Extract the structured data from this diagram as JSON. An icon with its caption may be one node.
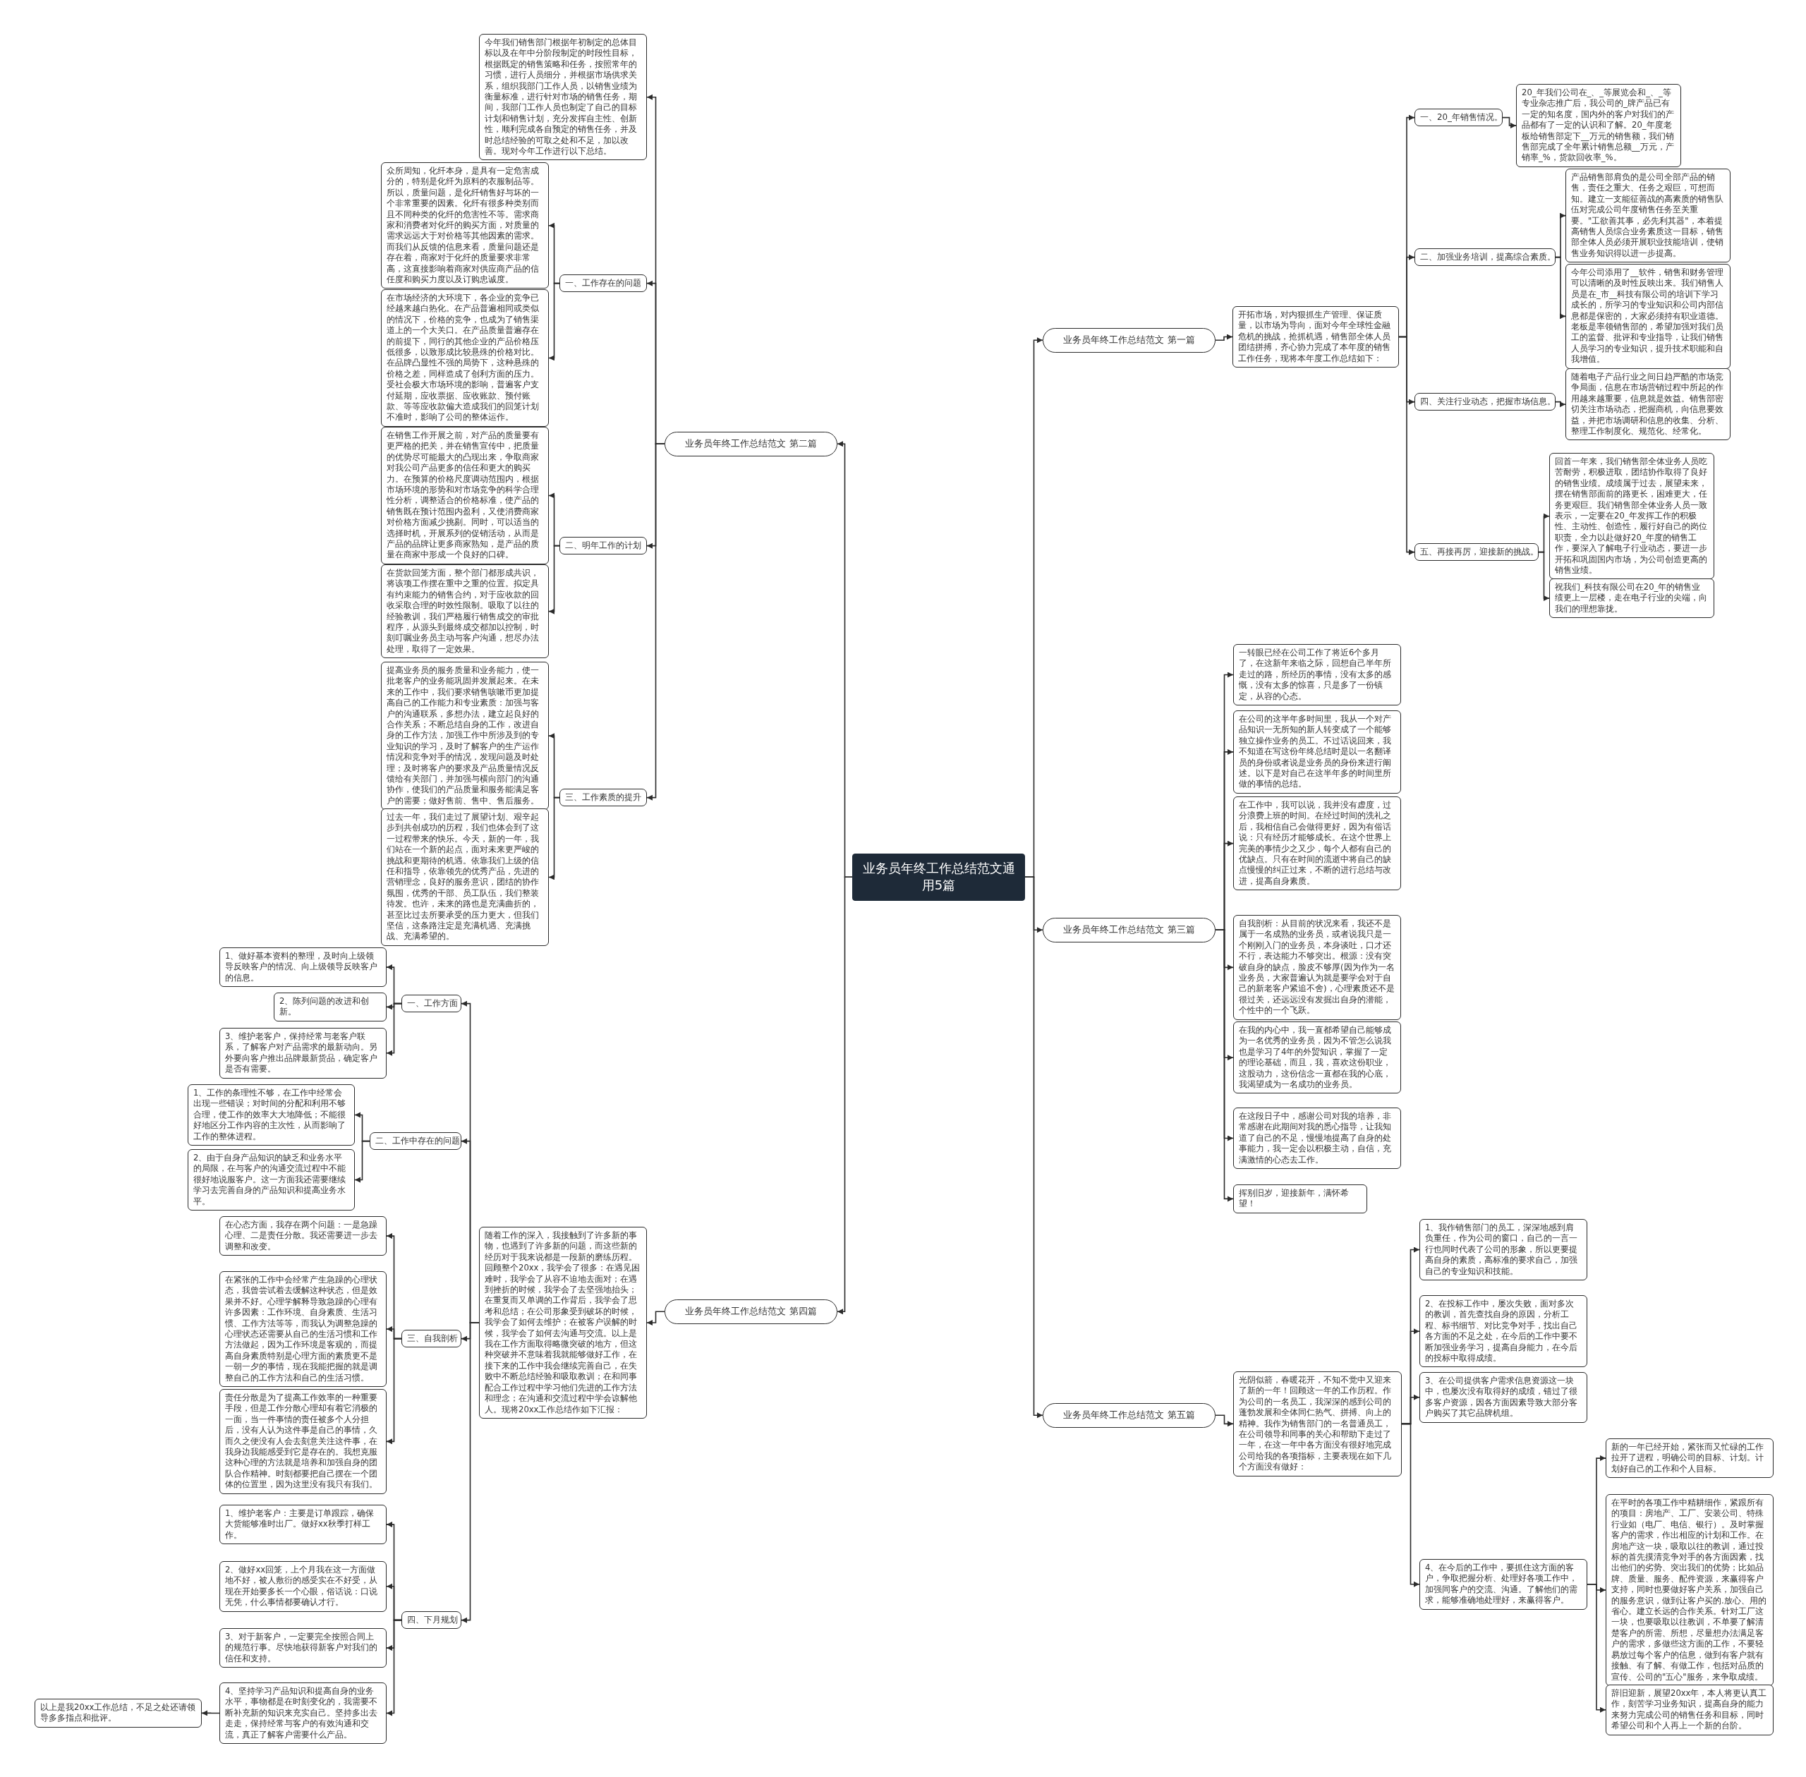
{
  "diagram": {
    "nodes": [
      {
        "text": [
          "业务员年终工作总结范文通用5篇"
        ]
      },
      {
        "text": [
          "业务员年终工作总结范文 第一篇"
        ]
      },
      {
        "text": [
          "开拓市场，对内狠抓生产管理、保证质量，以市场为导向，面对今年全球性金融危机的挑战，抢抓机遇，销售部全体人员团结拼搏，齐心协力完成了本年度的销售工作任务，现将本年度工作总结如下："
        ]
      },
      {
        "text": [
          "一、20_年销售情况。"
        ]
      },
      {
        "text": [
          "20_年我们公司在_、_等展览会和_、_等专业杂志推广后，我公司的_牌产品已有一定的知名度，国内外的客户对我们的产品都有了一定的认识和了解。20_年度老板给销售部定下__万元的销售额，我们销售部完成了全年累计销售总额__万元，产销率_%，货款回收率_%。"
        ]
      },
      {
        "text": [
          "二、加强业务培训，提高综合素质。"
        ]
      },
      {
        "text": [
          "产品销售部肩负的是公司全部产品的销售，责任之重大、任务之艰巨，可想而知。建立一支能征善战的高素质的销售队伍对完成公司年度销售任务至关重要。\"工欲善其事，必先利其器\"，本着提高销售人员综合业务素质这一目标，销售部全体人员必须开展职业技能培训，使销售业务知识得以进一步提高。"
        ]
      },
      {
        "text": [
          "今年公司添用了__软件，销售和财务管理可以清晰的及时性反映出来。我们销售人员是在_市__科技有限公司的培训下学习成长的，所学习的专业知识和公司内部信息都是保密的，大家必须持有职业道德。老板是率领销售部的，希望加强对我们员工的监督、批评和专业指导，让我们销售人员学习的专业知识，提升技术职能和自我增值。"
        ]
      },
      {
        "text": [
          "四、关注行业动态，把握市场信息。"
        ]
      },
      {
        "text": [
          "随着电子产品行业之间日趋严酷的市场竞争局面，信息在市场营销过程中所起的作用越来越重要，信息就是效益。销售部密切关注市场动态，把握商机，向信息要效益，并把市场调研和信息的收集、分析、整理工作制度化、规范化、经常化。"
        ]
      },
      {
        "text": [
          "五、再接再厉，迎接新的挑战。"
        ]
      },
      {
        "text": [
          "回首一年来，我们销售部全体业务人员吃苦耐劳，积极进取，团结协作取得了良好的销售业绩。成绩属于过去，展望未来，摆在销售部面前的路更长，困难更大，任务更艰巨。我们销售部全体业务人员一致表示，一定要在20_年发挥工作的积极性、主动性、创造性，履行好自己的岗位职责，全力以赴做好20_年度的销售工作，要深入了解电子行业动态，要进一步开拓和巩固国内市场，为公司创造更高的销售业绩。"
        ]
      },
      {
        "text": [
          "祝我们_科技有限公司在20_年的销售业绩更上一层楼，走在电子行业的尖端，向我们的理想靠拢。"
        ]
      },
      {
        "text": [
          "业务员年终工作总结范文 第二篇"
        ]
      },
      {
        "text": [
          "今年我们销售部门根据年初制定的总体目标以及在年中分阶段制定的时段性目标，根据既定的销售策略和任务，按照常年的习惯，进行人员细分，并根据市场供求关系，组织我部门工作人员，以销售业绩为衡量标准，进行针对市场的销售任务，期间，我部门工作人员也制定了自己的目标计划和销售计划，充分发挥自主性、创新性，顺利完成各自预定的销售任务，并及时总结经验的可取之处和不足，加以改善。现对今年工作进行以下总结。"
        ]
      },
      {
        "text": [
          "一、工作存在的问题"
        ]
      },
      {
        "text": [
          "众所周知，化纤本身，是具有一定危害成分的，特别是化纤为原料的衣服制品等。所以，质量问题，是化纤销售好与坏的一个非常重要的因素。化纤有很多种类别而且不同种类的化纤的危害性不等。需求商家和消费者对化纤的购买方面，对质量的需求远远大于对价格等其他因素的需求。而我们从反馈的信息来看，质量问题还是存在着，商家对于化纤的质量要求非常高，这直接影响着商家对供应商产品的信任度和购买力度以及订购忠诚度。"
        ]
      },
      {
        "text": [
          "在市场经济的大环境下，各企业的竞争已经越来越白热化。在产品普遍相同或类似的情况下，价格的竞争，也成为了销售渠道上的一个大关口。在产品质量普遍存在的前提下，同行的其他企业的产品价格压低很多，以致形成比较悬殊的价格对比。在品牌凸显性不强的局势下，这种悬殊的价格之差，同样造成了创利方面的压力。受社会极大市场环境的影响，普遍客户支付延期，应收票据、应收账款、预付账款、等等应收款偏大造成我们的回笼计划不准时，影响了公司的整体运作。"
        ]
      },
      {
        "text": [
          "二、明年工作的计划"
        ]
      },
      {
        "text": [
          "在销售工作开展之前，对产品的质量要有更严格的把关，并在销售宣传中，把质量的优势尽可能最大的凸现出来，争取商家对我公司产品更多的信任和更大的购买力。在预算的价格尺度调动范围内，根据市场环境的形势和对市场竞争的科学合理性分析，调整适合的价格标准，使产品的销售既在预计范围内盈利，又使消费商家对价格方面减少挑剔。同时，可以适当的选择时机，开展系列的促销活动，从而是产品的品牌让更多商家熟知，是产品的质量在商家中形成一个良好的口碑。"
        ]
      },
      {
        "text": [
          "在货款回笼方面，整个部门都形成共识，将该项工作摆在重中之重的位置。拟定具有约束能力的销售合约，对于应收款的回收采取合理的时效性限制。吸取了以往的经验教训，我们严格履行销售成交的审批程序，从源头到最终成交都加以控制，时刻叮嘱业务员主动与客户沟通，想尽办法处理，取得了一定效果。"
        ]
      },
      {
        "text": [
          "三、工作素质的提升"
        ]
      },
      {
        "text": [
          "提高业务员的服务质量和业务能力，使一批老客户的业务能巩固并发展起来。在未来的工作中，我们要求销售咳嗽币更加提高自己的工作能力和专业素质：加强与客户的沟通联系，多想办法，建立起良好的合作关系；不断总结自身的工作，改进自身的工作方法，加强工作中所涉及到的专业知识的学习，及时了解客户的生产运作情况和竞争对手的情况，发现问题及时处理；及时将客户的要求及产品质量情况反馈给有关部门，并加强与横向部门的沟通协作，使我们的产品质量和服务能满足客户的需要；做好售前、售中、售后服务。"
        ]
      },
      {
        "text": [
          "过去一年，我们走过了展望计划、艰辛起步到共创成功的历程，我们也体会到了这一过程带来的快乐。今天，新的一年，我们站在一个新的起点，面对未来更严峻的挑战和更期待的机遇。依靠我们上级的信任和指导，依靠领先的优秀产品，先进的营销理念，良好的服务意识，团结的协作氛围，优秀的干部、员工队伍，我们整装待发。也许，未来的路也是充满曲折的，甚至比过去所要承受的压力更大，但我们坚信，这条路注定是充满机遇、充满挑战、充满希望的。"
        ]
      },
      {
        "text": [
          "业务员年终工作总结范文 第三篇"
        ]
      },
      {
        "text": [
          "一转眼已经在公司工作了将近6个多月了，在这新年来临之际，回想自己半年所走过的路，所经历的事情，没有太多的感慨，没有太多的惊喜，只是多了一份镇定，从容的心态。"
        ]
      },
      {
        "text": [
          "在公司的这半年多时间里，我从一个对产品知识一无所知的新人转变成了一个能够独立操作业务的员工。不过话说回来，我不知道在写这份年终总结时是以一名翻译员的身份或者说是业务员的身份来进行阐述。以下是对自己在这半年多的时间里所做的事情的总结。"
        ]
      },
      {
        "text": [
          "在工作中，我可以说，我并没有虚度，过分浪费上班的时间。在经过时间的洗礼之后，我相信自己会做得更好，因为有俗话说：只有经历才能够成长。在这个世界上完美的事情少之又少，每个人都有自己的优缺点。只有在时间的流逝中将自己的缺点慢慢的纠正过来，不断的进行总结与改进，提高自身素质。"
        ]
      },
      {
        "text": [
          "自我剖析：从目前的状况来看，我还不是属于一名成熟的业务员，或者说我只是一个刚刚入门的业务员，本身谈吐，口才还不行，表达能力不够突出。根源：没有突破自身的缺点，脸皮不够厚(因为作为一名业务员，大家普遍认为就是要学会对于自己的新老客户紧追不舍)，心理素质还不是很过关，还远远没有发掘出自身的潜能，个性中的一个飞跃。"
        ]
      },
      {
        "text": [
          "在我的内心中，我一直都希望自己能够成为一名优秀的业务员，因为不管怎么说我也是学习了4年的外贸知识，掌握了一定的理论基础，而且，我，喜欢这份职业，这股动力，这份信念一直都在我的心底，我渴望成为一名成功的业务员。"
        ]
      },
      {
        "text": [
          "在这段日子中，感谢公司对我的培养，非常感谢在此期间对我的悉心指导，让我知道了自己的不足，慢慢地提高了自身的处事能力，我一定会以积极主动，自信，充满激情的心态去工作。"
        ]
      },
      {
        "text": [
          "挥别旧岁，迎接新年，满怀希望！"
        ]
      },
      {
        "text": [
          "业务员年终工作总结范文 第四篇"
        ]
      },
      {
        "text": [
          "随着工作的深入，我接触到了许多新的事物，也遇到了许多新的问题，而这些新的经历对于我来说都是一段新的磨练历程。回顾整个20xx，我学会了很多：在遇见困难时，我学会了从容不迫地去面对；在遇到挫折的时候，我学会了去坚强地抬头；在重复而又单调的工作背后，我学会了思考和总结；在公司形象受到破坏的时候，我学会了如何去维护；在被客户误解的时候，我学会了如何去沟通与交流。以上是我在工作方面取得略微突破的地方，但这种突破并不意味着我就能够做好工作，在接下来的工作中我会继续完善自己，在失败中不断总结经验和吸取教训；在和同事配合工作过程中学习他们先进的工作方法和理念；在沟通和交流过程中学会谅解他人。现将20xx工作总结作如下汇报："
        ]
      },
      {
        "text": [
          "一、工作方面"
        ]
      },
      {
        "text": [
          "1、做好基本资料的整理，及时向上级领导反映客户的情况、向上级领导反映客户的信息。"
        ]
      },
      {
        "text": [
          "2、陈列问题的改进和创新。"
        ]
      },
      {
        "text": [
          "3、维护老客户，保持经常与老客户联系，了解客户对产品需求的最新动向。另外要向客户推出品牌最新货品，确定客户是否有需要。"
        ]
      },
      {
        "text": [
          "二、工作中存在的问题"
        ]
      },
      {
        "text": [
          "1、工作的条理性不够，在工作中经常会出现一些错误；对时间的分配和利用不够合理，使工作的效率大大地降低；不能很好地区分工作内容的主次性，从而影响了工作的整体进程。"
        ]
      },
      {
        "text": [
          "2、由于自身产品知识的缺乏和业务水平的局限，在与客户的沟通交流过程中不能很好地说服客户。这一方面我还需要继续学习去完善自身的产品知识和提高业务水平。"
        ]
      },
      {
        "text": [
          "三、自我剖析"
        ]
      },
      {
        "text": [
          "在心态方面，我存在两个问题：一是急躁心理、二是责任分散。我还需要进一步去调整和改变。"
        ]
      },
      {
        "text": [
          "在紧张的工作中会经常产生急躁的心理状态，我曾尝试着去缓解这种状态，但是效果并不好。心理学解释导致急躁的心理有许多因素：工作环境、自身素质、生活习惯、工作方法等等，而我认为调整急躁的心理状态还需要从自己的生活习惯和工作方法做起，因为工作环境是客观的，而提高自身素质特别是心理方面的素质更不是一朝一夕的事情，现在我能把握的就是调整自己的工作方法和自己的生活习惯。"
        ]
      },
      {
        "text": [
          "责任分散是为了提高工作效率的一种重要手段，但是工作分散心理却有着它消极的一面，当一件事情的责任被多个人分担后，没有人认为这件事是自己的事情，久而久之便没有人会去刻意关注这件事，在我身边我能感受到它是存在的。我想克服这种心理的方法就是培养和加强自身的团队合作精神。时刻都要把自己摆在一个团体的位置里，因为这里没有我只有我们。"
        ]
      },
      {
        "text": [
          "四、下月规划"
        ]
      },
      {
        "text": [
          "1、维护老客户：主要是订单跟踪，确保大货能够准时出厂。做好xx秋季打样工作。"
        ]
      },
      {
        "text": [
          "2、做好xx回笼，上个月我在这一方面做地不好，被人敷衍的感受实在不好受，从现在开始要多长一个心眼，俗话说：口说无凭，什么事情都要确认才行。"
        ]
      },
      {
        "text": [
          "3、对于新客户，一定要完全按照合同上的规范行事。尽快地获得新客户对我们的信任和支持。"
        ]
      },
      {
        "text": [
          "4、坚持学习产品知识和提高自身的业务水平，事物都是在时刻变化的，我需要不断补充新的知识来充实自己。坚持多出去走走，保持经常与客户的有效沟通和交流，真正了解客户需要什么产品。"
        ]
      },
      {
        "text": [
          "以上是我20xx工作总结，不足之处还请领导多多指点和批评。"
        ]
      },
      {
        "text": [
          "业务员年终工作总结范文 第五篇"
        ]
      },
      {
        "text": [
          "光阴似箭，春暖花开，不知不觉中又迎来了新的一年！回顾这一年的工作历程。作为公司的一名员工，我深深的感到公司的蓬勃发展和全体同仁热气、拼搏、向上的精神。我作为销售部门的一名普通员工，在公司领导和同事的关心和帮助下走过了一年，在这一年中各方面没有很好地完成公司给我的各项指标，主要表现在如下几个方面没有做好："
        ]
      },
      {
        "text": [
          "1、我作销售部门的员工，深深地感到肩负重任，作为公司的窗口，自己的一言一行也同时代表了公司的形象，所以更要提高自身的素质，高标准的要求自己，加强自己的专业知识和技能。"
        ]
      },
      {
        "text": [
          "2、在投标工作中，屡次失败，面对多次的教训，首先查找自身的原因，分析工程、标书细节、对比竞争对手，找出自己各方面的不足之处，在今后的工作中要不断加强业务学习，提高自身能力，在今后的投标中取得成绩。"
        ]
      },
      {
        "text": [
          "3、在公司提供客户需求信息资源这一块中，也屡次没有取得好的成绩，错过了很多客户资源，因各方面因素导致大部分客户购买了其它品牌机组。"
        ]
      },
      {
        "text": [
          "4、在今后的工作中，要抓住这方面的客户，争取把握分析、处理好各项工作中，加强同客户的交流、沟通。了解他们的需求，能够准确地处理好，来赢得客户。"
        ]
      },
      {
        "text": [
          "新的一年已经开始，紧张而又忙碌的工作拉开了进程，明确公司的目标、计划。计划好自己的工作和个人目标。"
        ]
      },
      {
        "text": [
          "在平时的各项工作中精耕细作，紧跟所有的项目：房地产、工厂、安装公司、特殊行业如（电厂、电信、银行）。及时掌握客户的需求，作出相应的计划和工作。在房地产这一块，吸取以往的教训，通过投标的首先摸清竞争对手的各方面因素，找出他们的劣势、突出我们的优势；比如品牌、质量、服务、配件资源，来赢得客户支持，同时也要做好客户关系，加强自己的服务意识，做到让客户买的.放心、用的省心。建立长远的合作关系。针对工厂这一块，也要吸取以往教训，不单要了解清楚客户的所需、所想，尽量想办法满足客户的需求，多做些这方面的工作，不要轻易放过每个客户的信息，做到有客户就有接触、有了解、有做工作，包括对品质的宣传、公司的\"五心\"服务，来争取成绩。"
        ]
      },
      {
        "text": [
          "辞旧迎新，展望20xx年，本人将更认真工作，刻苦学习业务知识，提高自身的能力来努力完成公司的销售任务和目标，同时希望公司和个人再上一个新的台阶。"
        ]
      }
    ],
    "edges": [
      {
        "from": 0,
        "to": 1,
        "arrow": "to"
      },
      {
        "from": 0,
        "to": 13,
        "arrow": "to"
      },
      {
        "from": 0,
        "to": 24,
        "arrow": "to"
      },
      {
        "from": 0,
        "to": 32,
        "arrow": "to"
      },
      {
        "from": 0,
        "to": 51,
        "arrow": "to"
      },
      {
        "from": 1,
        "to": 2,
        "arrow": "to"
      },
      {
        "from": 2,
        "to": 3,
        "arrow": "to"
      },
      {
        "from": 2,
        "to": 5,
        "arrow": "to"
      },
      {
        "from": 2,
        "to": 8,
        "arrow": "to"
      },
      {
        "from": 2,
        "to": 10,
        "arrow": "to"
      },
      {
        "from": 3,
        "to": 4,
        "arrow": "to"
      },
      {
        "from": 5,
        "to": 6,
        "arrow": "to"
      },
      {
        "from": 5,
        "to": 7,
        "arrow": "to"
      },
      {
        "from": 8,
        "to": 9,
        "arrow": "to"
      },
      {
        "from": 10,
        "to": 11,
        "arrow": "to"
      },
      {
        "from": 10,
        "to": 12,
        "arrow": "to"
      },
      {
        "from": 13,
        "to": 14,
        "arrow": "to"
      },
      {
        "from": 13,
        "to": 15,
        "arrow": "to"
      },
      {
        "from": 13,
        "to": 18,
        "arrow": "to"
      },
      {
        "from": 13,
        "to": 21,
        "arrow": "to"
      },
      {
        "from": 15,
        "to": 16,
        "arrow": "to"
      },
      {
        "from": 15,
        "to": 17,
        "arrow": "to"
      },
      {
        "from": 18,
        "to": 19,
        "arrow": "to"
      },
      {
        "from": 18,
        "to": 20,
        "arrow": "to"
      },
      {
        "from": 21,
        "to": 22,
        "arrow": "to"
      },
      {
        "from": 21,
        "to": 23,
        "arrow": "to"
      },
      {
        "from": 24,
        "to": 25,
        "arrow": "to"
      },
      {
        "from": 24,
        "to": 26,
        "arrow": "to"
      },
      {
        "from": 24,
        "to": 27,
        "arrow": "to"
      },
      {
        "from": 24,
        "to": 28,
        "arrow": "to"
      },
      {
        "from": 24,
        "to": 29,
        "arrow": "to"
      },
      {
        "from": 24,
        "to": 30,
        "arrow": "to"
      },
      {
        "from": 24,
        "to": 31,
        "arrow": "to"
      },
      {
        "from": 32,
        "to": 33,
        "arrow": "to"
      },
      {
        "from": 33,
        "to": 34,
        "arrow": "to"
      },
      {
        "from": 33,
        "to": 38,
        "arrow": "to"
      },
      {
        "from": 33,
        "to": 41,
        "arrow": "to"
      },
      {
        "from": 33,
        "to": 45,
        "arrow": "to"
      },
      {
        "from": 34,
        "to": 35,
        "arrow": "to"
      },
      {
        "from": 34,
        "to": 36,
        "arrow": "to"
      },
      {
        "from": 34,
        "to": 37,
        "arrow": "to"
      },
      {
        "from": 38,
        "to": 39,
        "arrow": "to"
      },
      {
        "from": 38,
        "to": 40,
        "arrow": "to"
      },
      {
        "from": 41,
        "to": 42,
        "arrow": "to"
      },
      {
        "from": 41,
        "to": 43,
        "arrow": "to"
      },
      {
        "from": 41,
        "to": 44,
        "arrow": "to"
      },
      {
        "from": 45,
        "to": 46,
        "arrow": "to"
      },
      {
        "from": 45,
        "to": 47,
        "arrow": "to"
      },
      {
        "from": 45,
        "to": 48,
        "arrow": "to"
      },
      {
        "from": 45,
        "to": 49,
        "arrow": "to"
      },
      {
        "from": 49,
        "to": 50,
        "arrow": "to"
      },
      {
        "from": 51,
        "to": 52,
        "arrow": "to"
      },
      {
        "from": 52,
        "to": 53,
        "arrow": "to"
      },
      {
        "from": 52,
        "to": 54,
        "arrow": "to"
      },
      {
        "from": 52,
        "to": 55,
        "arrow": "to"
      },
      {
        "from": 52,
        "to": 56,
        "arrow": "to"
      },
      {
        "from": 56,
        "to": 57,
        "arrow": "to"
      },
      {
        "from": 56,
        "to": 58,
        "arrow": "to"
      },
      {
        "from": 56,
        "to": 59,
        "arrow": "to"
      }
    ]
  }
}
